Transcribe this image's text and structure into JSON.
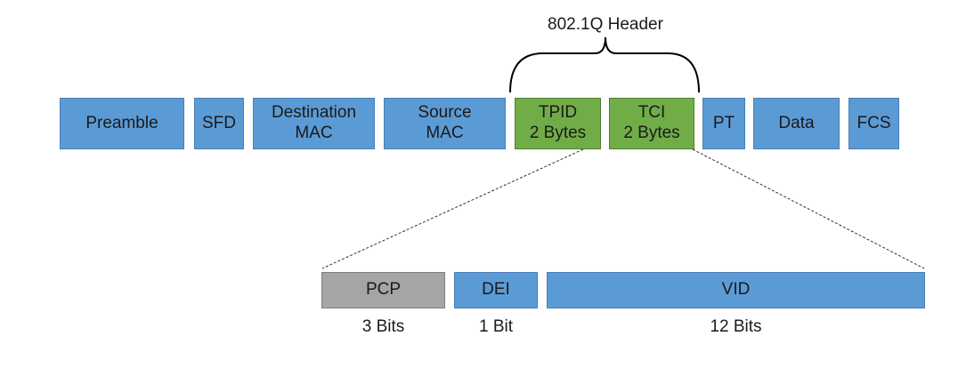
{
  "header_label": "802.1Q Header",
  "frame_fields": [
    {
      "label": "Preamble",
      "color": "#5b9bd5"
    },
    {
      "label": "SFD",
      "color": "#5b9bd5"
    },
    {
      "label": "Destination\nMAC",
      "color": "#5b9bd5"
    },
    {
      "label": "Source\nMAC",
      "color": "#5b9bd5"
    },
    {
      "label": "TPID\n2 Bytes",
      "color": "#70ad47"
    },
    {
      "label": "TCI\n2 Bytes",
      "color": "#70ad47"
    },
    {
      "label": "PT",
      "color": "#5b9bd5"
    },
    {
      "label": "Data",
      "color": "#5b9bd5"
    },
    {
      "label": "FCS",
      "color": "#5b9bd5"
    }
  ],
  "tci_fields": [
    {
      "label": "PCP",
      "size": "3 Bits",
      "color": "#a5a5a5"
    },
    {
      "label": "DEI",
      "size": "1 Bit",
      "color": "#5b9bd5"
    },
    {
      "label": "VID",
      "size": "12 Bits",
      "color": "#5b9bd5"
    }
  ]
}
